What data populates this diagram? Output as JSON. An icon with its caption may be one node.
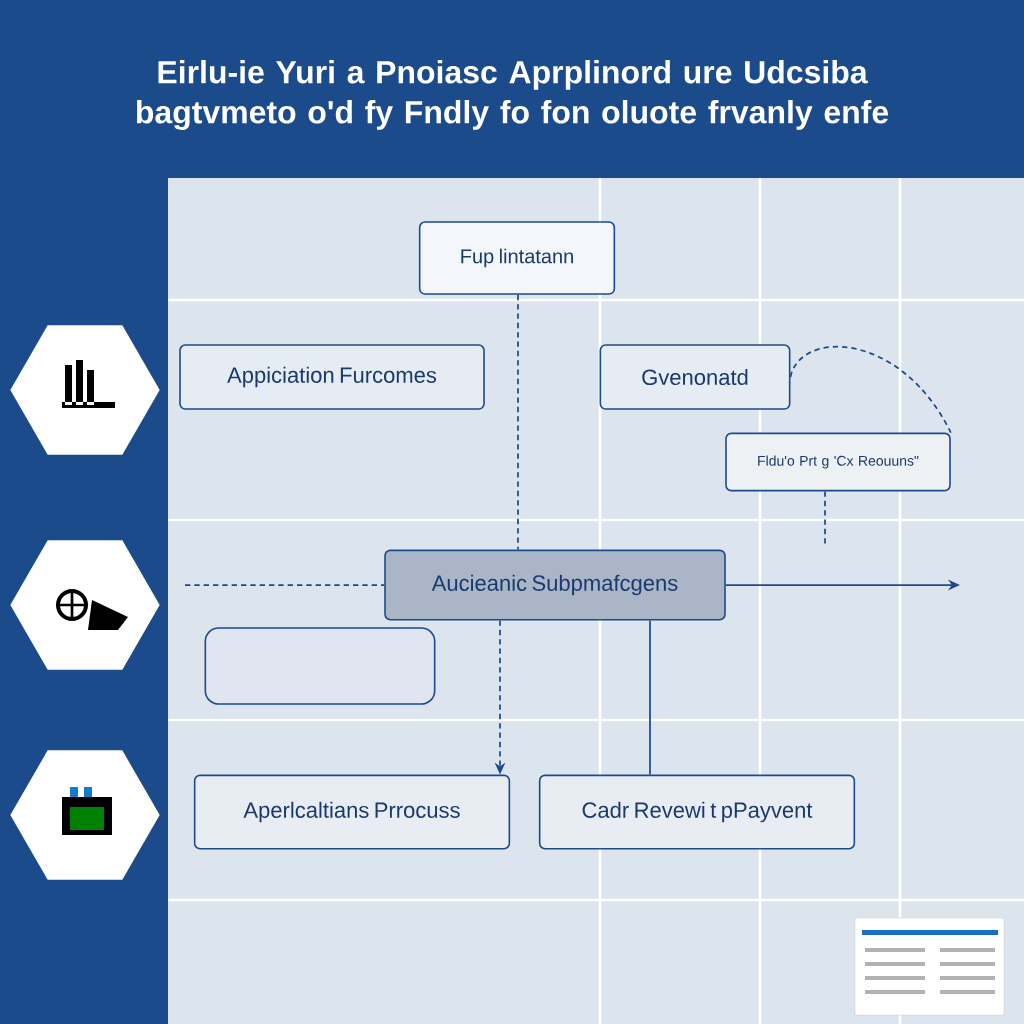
{
  "diagram": {
    "title": "Eirlu-ie Yuri a Pnoiasc Aprplinord ure Udcsiba bagtvmeto o'd fy Fndly fo fon oluote frvanly enfe",
    "nodes": [
      {
        "text": [
          "Fup lintatann"
        ]
      },
      {
        "text": [
          "Appiciation Furcomes"
        ]
      },
      {
        "text": [
          "Gvenonatd"
        ]
      },
      {
        "text": [
          "Fldu'o Prt g 'Cx Reouuns\""
        ]
      },
      {
        "text": [
          "Aucieanic Subpmafcgens"
        ]
      },
      {
        "text": [],
        "shape": "box"
      },
      {
        "text": [
          "Aperlcaltians Prrocuss"
        ]
      },
      {
        "text": [
          "Cadr Revewi t pPayvent"
        ]
      }
    ],
    "edges": [
      {
        "from": 0,
        "to": 4,
        "arrow": "none",
        "style": "dashed"
      },
      {
        "from": 4,
        "to": 6,
        "arrow": "to",
        "style": "dashed"
      },
      {
        "from": 4,
        "to": null,
        "arrow": "to"
      },
      {
        "from": null,
        "to": 4,
        "arrow": "none",
        "style": "dashed"
      },
      {
        "from": 4,
        "to": 7,
        "arrow": "none"
      },
      {
        "from": 3,
        "to": null,
        "arrow": "none",
        "style": "dashed"
      },
      {
        "from": 2,
        "to": 3,
        "arrow": "none",
        "style": "dashed"
      }
    ]
  }
}
